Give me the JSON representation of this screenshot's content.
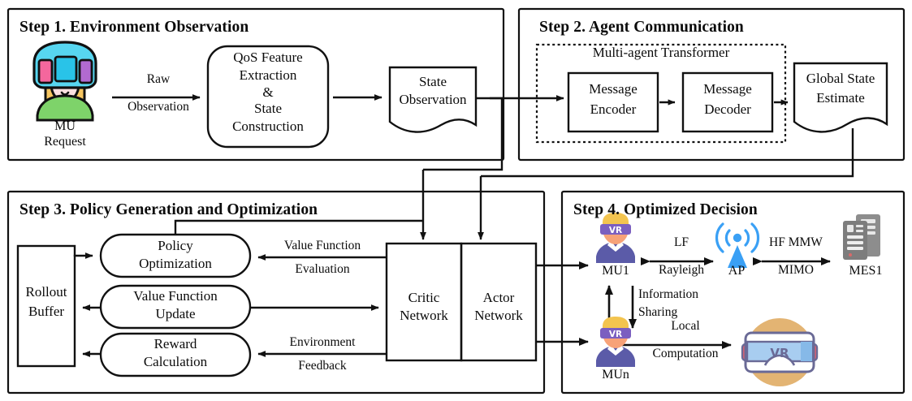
{
  "figure": {
    "kind": "block-diagram",
    "steps": [
      {
        "id": "step1",
        "title": "Step 1. Environment Observation",
        "nodes": [
          {
            "name": "mu-request-icon-label",
            "label": "MU\nRequest",
            "icon": "vr-user-avatar-icon"
          },
          {
            "name": "qos-feature-extraction",
            "label": "QoS Feature\nExtraction\n&\nState\nConstruction",
            "shape": "rounded-rect"
          },
          {
            "name": "state-observation",
            "label": "State\nObservation",
            "shape": "document"
          }
        ],
        "edges": [
          {
            "name": "raw-observation-edge",
            "label": "Raw\nObservation"
          },
          {
            "name": "qos-to-state-edge",
            "label": ""
          }
        ]
      },
      {
        "id": "step2",
        "title": "Step 2. Agent Communication",
        "group_label": "Multi-agent Transformer",
        "nodes": [
          {
            "name": "message-encoder",
            "label": "Message\nEncoder",
            "shape": "rect"
          },
          {
            "name": "message-decoder",
            "label": "Message\nDecoder",
            "shape": "rect"
          },
          {
            "name": "global-state-estimate",
            "label": "Global State\nEstimate",
            "shape": "document"
          }
        ]
      },
      {
        "id": "step3",
        "title": "Step 3.  Policy Generation and Optimization",
        "nodes": [
          {
            "name": "rollout-buffer",
            "label": "Rollout\nBuffer",
            "shape": "rect"
          },
          {
            "name": "policy-optimization",
            "label": "Policy\nOptimization",
            "shape": "stadium"
          },
          {
            "name": "value-function-update",
            "label": "Value Function\nUpdate",
            "shape": "stadium"
          },
          {
            "name": "reward-calculation",
            "label": "Reward\nCalculation",
            "shape": "stadium"
          },
          {
            "name": "critic-network",
            "label": "Critic\nNetwork",
            "shape": "rect"
          },
          {
            "name": "actor-network",
            "label": "Actor\nNetwork",
            "shape": "rect"
          }
        ],
        "edges": [
          {
            "name": "value-function-evaluation-edge",
            "label": "Value Function\nEvaluation"
          },
          {
            "name": "environment-feedback-edge",
            "label": "Environment\nFeedback"
          }
        ]
      },
      {
        "id": "step4",
        "title": "Step 4. Optimized Decision",
        "nodes": [
          {
            "name": "mu1",
            "label": "MU1",
            "icon": "vr-user-head-icon"
          },
          {
            "name": "access-point",
            "label": "AP",
            "icon": "antenna-icon"
          },
          {
            "name": "mes1",
            "label": "MES1",
            "icon": "server-stack-icon"
          },
          {
            "name": "mun",
            "label": "MUn",
            "icon": "vr-user-head-icon"
          },
          {
            "name": "vr-headset",
            "label": "",
            "icon": "vr-goggles-icon"
          }
        ],
        "edges": [
          {
            "name": "lf-rayleigh-edge",
            "label": "LF\nRayleigh"
          },
          {
            "name": "hf-mmw-mimo-edge",
            "label": "HF MMW\nMIMO"
          },
          {
            "name": "information-sharing-edge",
            "label": "Information\nSharing"
          },
          {
            "name": "local-computation-edge",
            "label": "Local\nComputation"
          }
        ]
      }
    ],
    "labels": {
      "step1_title": "Step 1. Environment Observation",
      "step2_title": "Step 2. Agent Communication",
      "step3_title": "Step 3.  Policy Generation and Optimization",
      "step4_title": "Step 4. Optimized Decision",
      "mu_request_l1": "MU",
      "mu_request_l2": "Request",
      "raw_l1": "Raw",
      "raw_l2": "Observation",
      "qos_l1": "QoS Feature",
      "qos_l2": "Extraction",
      "qos_l3": "&",
      "qos_l4": "State",
      "qos_l5": "Construction",
      "state_obs_l1": "State",
      "state_obs_l2": "Observation",
      "multi_agent_transformer": "Multi-agent Transformer",
      "msg_enc_l1": "Message",
      "msg_enc_l2": "Encoder",
      "msg_dec_l1": "Message",
      "msg_dec_l2": "Decoder",
      "gse_l1": "Global State",
      "gse_l2": "Estimate",
      "rollout_l1": "Rollout",
      "rollout_l2": "Buffer",
      "policy_opt_l1": "Policy",
      "policy_opt_l2": "Optimization",
      "vfu_l1": "Value Function",
      "vfu_l2": "Update",
      "reward_l1": "Reward",
      "reward_l2": "Calculation",
      "critic_l1": "Critic",
      "critic_l2": "Network",
      "actor_l1": "Actor",
      "actor_l2": "Network",
      "vfe_l1": "Value Function",
      "vfe_l2": "Evaluation",
      "env_fb_l1": "Environment",
      "env_fb_l2": "Feedback",
      "mu1": "MU1",
      "mun": "MUn",
      "ap": "AP",
      "mes1": "MES1",
      "lf_l1": "LF",
      "lf_l2": "Rayleigh",
      "hf_l1": "HF MMW",
      "hf_l2": "MIMO",
      "info_l1": "Information",
      "info_l2": "Sharing",
      "local_l1": "Local",
      "local_l2": "Computation"
    },
    "colors": {
      "stroke": "#111111",
      "background": "#ffffff",
      "avatar_headset": "#57d6f0",
      "avatar_screen": "#29c3e8",
      "avatar_pink": "#f4679d",
      "avatar_purple": "#b26ad0",
      "avatar_hair": "#f6c560",
      "avatar_shirt": "#7ed36a",
      "avatar_face": "#fbdfe0",
      "mu_body": "#5b5ba8",
      "mu_visor": "#7b5fc0",
      "mu_face": "#f7a278",
      "mu_hair": "#f3c44f",
      "ap_blue": "#3aa0f5",
      "server_gray": "#8a8a8a",
      "vr_circle": "#e3b473",
      "vr_lens": "#a8cdf0",
      "vr_red": "#e8616f",
      "vr_frame": "#6a6a96"
    }
  }
}
